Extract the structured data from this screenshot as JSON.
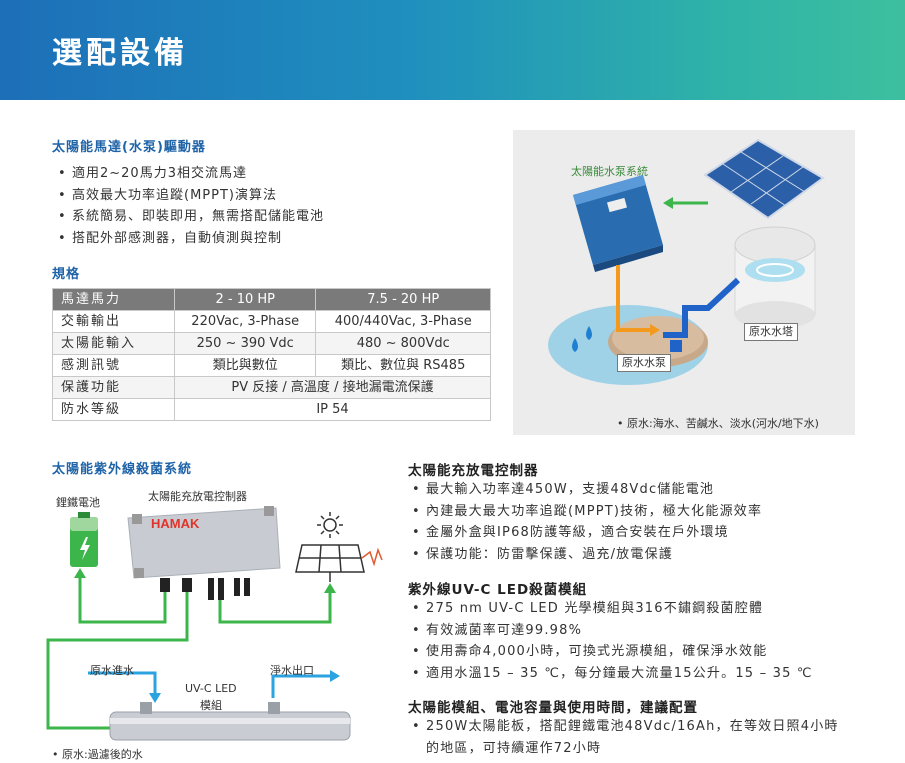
{
  "banner": {
    "title": "選配設備"
  },
  "motor_driver": {
    "title": "太陽能馬達(水泵)驅動器",
    "bullets": [
      "適用2~20馬力3相交流馬達",
      "高效最大功率追蹤(MPPT)演算法",
      "系統簡易、即裝即用，無需搭配儲能電池",
      "搭配外部感測器，自動偵測與控制"
    ]
  },
  "spec": {
    "title": "規格",
    "header": [
      "馬達馬力",
      "2 - 10 HP",
      "7.5 - 20 HP"
    ],
    "rows": [
      [
        "交輸輸出",
        "220Vac, 3-Phase",
        "400/440Vac, 3-Phase"
      ],
      [
        "太陽能輸入",
        "250 ~ 390 Vdc",
        "480 ~ 800Vdc"
      ],
      [
        "感測訊號",
        "類比與數位",
        "類比、數位與 RS485"
      ],
      [
        "保護功能",
        "PV 反接 / 高溫度 / 接地漏電流保護"
      ],
      [
        "防水等級",
        "IP 54"
      ]
    ]
  },
  "pump_diagram": {
    "title": "太陽能水泵系統",
    "tank_label": "原水水塔",
    "pump_label": "原水水泵",
    "note": "• 原水:海水、苦鹹水、淡水(河水/地下水)"
  },
  "uv_system": {
    "title": "太陽能紫外線殺菌系統",
    "battery_label": "鋰鐵電池",
    "controller_label": "太陽能充放電控制器",
    "brand": "HAMAK",
    "inlet_label": "原水進水",
    "outlet_label": "淨水出口",
    "module_label_1": "UV-C LED",
    "module_label_2": "模組",
    "note": "• 原水:過濾後的水"
  },
  "charge_controller": {
    "title": "太陽能充放電控制器",
    "bullets": [
      "最大輸入功率達450W，支援48Vdc儲能電池",
      "內建最大最大功率追蹤(MPPT)技術，極大化能源效率",
      "金屬外盒與IP68防護等級，適合安裝在戶外環境",
      "保護功能：防雷擊保護、過充/放電保護"
    ]
  },
  "uvc_module": {
    "title": "紫外線UV-C LED殺菌模組",
    "bullets": [
      "275 nm UV-C LED 光學模組與316不鏽鋼殺菌腔體",
      "有效滅菌率可達99.98%",
      "使用壽命4,000小時，可換式光源模組，確保淨水效能",
      "適用水溫15 – 35 ℃，每分鐘最大流量15公升。15 – 35 ℃"
    ]
  },
  "config": {
    "title": "太陽能模組、電池容量與使用時間，建議配置",
    "bullets": [
      "250W太陽能板，搭配鋰鐵電池48Vdc/16Ah，在等效日照4小時的地區，可持續運作72小時"
    ]
  },
  "colors": {
    "accent_blue": "#1f63a8",
    "arrow_green": "#3cb54a",
    "arrow_blue": "#2aa3e0",
    "pipe_orange": "#f39a1e",
    "pipe_blue": "#1f63c8"
  }
}
